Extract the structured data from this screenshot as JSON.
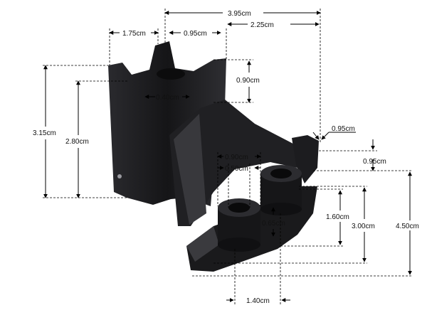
{
  "colors": {
    "background": "#ffffff",
    "part": "#1b1b1d",
    "part_highlight": "#3c3c40",
    "line": "#000000"
  },
  "dimensions": {
    "top_overall": "3.95cm",
    "left_post": "1.75cm",
    "post_width": "0.95cm",
    "right_span": "2.25cm",
    "post_notch_height": "0.90cm",
    "post_hole": "0.40cm",
    "overall_height": "3.15cm",
    "inner_height": "2.80cm",
    "step_width": "0.95cm",
    "step_height": "0.95cm",
    "boss_outer": "0.90cm",
    "boss_inner": "0.50cm",
    "boss_gap": "0.65cm",
    "boss_height": "1.60cm",
    "base_height": "3.00cm",
    "total_height": "4.50cm",
    "boss_spacing": "1.40cm"
  }
}
